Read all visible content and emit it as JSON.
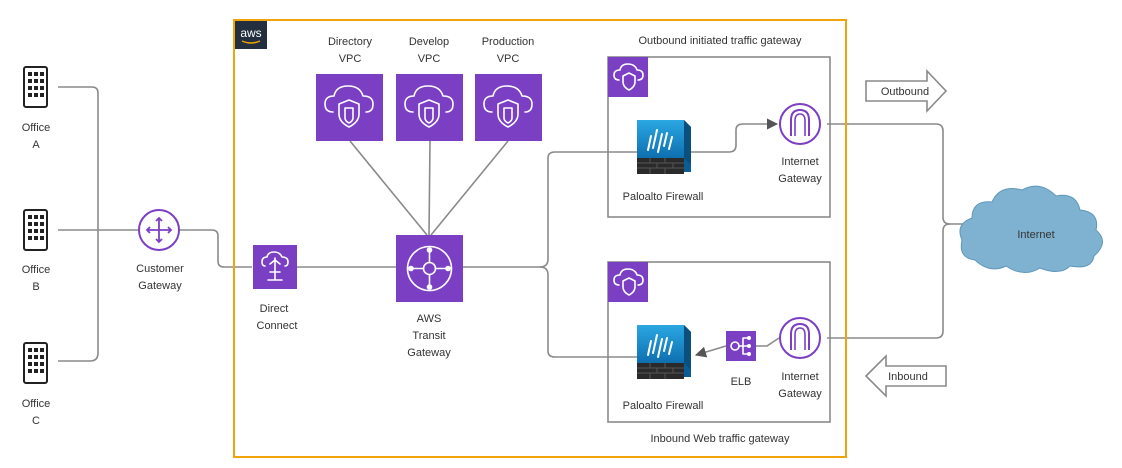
{
  "offices": [
    {
      "line1": "Office",
      "line2": "A"
    },
    {
      "line1": "Office",
      "line2": "B"
    },
    {
      "line1": "Office",
      "line2": "C"
    }
  ],
  "customer_gateway": {
    "line1": "Customer",
    "line2": "Gateway"
  },
  "aws_badge": "aws",
  "direct_connect": {
    "line1": "Direct",
    "line2": "Connect"
  },
  "vpcs": [
    {
      "line1": "Directory",
      "line2": "VPC"
    },
    {
      "line1": "Develop",
      "line2": "VPC"
    },
    {
      "line1": "Production",
      "line2": "VPC"
    }
  ],
  "transit_gateway": {
    "line1": "AWS",
    "line2": "Transit",
    "line3": "Gateway"
  },
  "outbound_group": {
    "title": "Outbound initiated traffic gateway",
    "firewall_label": "Paloalto Firewall",
    "igw": {
      "line1": "Internet",
      "line2": "Gateway"
    }
  },
  "inbound_group": {
    "title": "Inbound Web traffic gateway",
    "firewall_label": "Paloalto Firewall",
    "elb_label": "ELB",
    "igw": {
      "line1": "Internet",
      "line2": "Gateway"
    }
  },
  "outbound_arrow_label": "Outbound",
  "inbound_arrow_label": "Inbound",
  "internet_label": "Internet",
  "colors": {
    "aws_border": "#f0a30a",
    "aws_purple": "#7b3fc4",
    "connector": "#8a8a8a",
    "cloud": "#7fb2d1",
    "firewall_blue": "#1f8fd0"
  }
}
